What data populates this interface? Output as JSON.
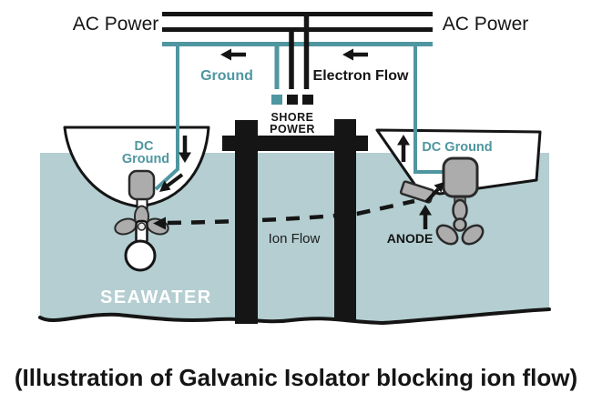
{
  "diagram": {
    "labels": {
      "ac_power_left": "AC Power",
      "ac_power_right": "AC Power",
      "ground": "Ground",
      "electron_flow": "Electron Flow",
      "shore_power_line1": "SHORE",
      "shore_power_line2": "POWER",
      "dc_ground_left_line1": "DC",
      "dc_ground_left_line2": "Ground",
      "dc_ground_right": "DC Ground",
      "ion_flow": "Ion Flow",
      "anode": "ANODE",
      "seawater": "SEAWATER"
    },
    "colors": {
      "teal_accent": "#4e96a0",
      "seawater_fill": "#b4ced1",
      "line_black": "#151515",
      "metal_gray": "#acacac",
      "hull_white": "#ffffff"
    }
  },
  "caption": "(Illustration of Galvanic Isolator blocking ion flow)"
}
